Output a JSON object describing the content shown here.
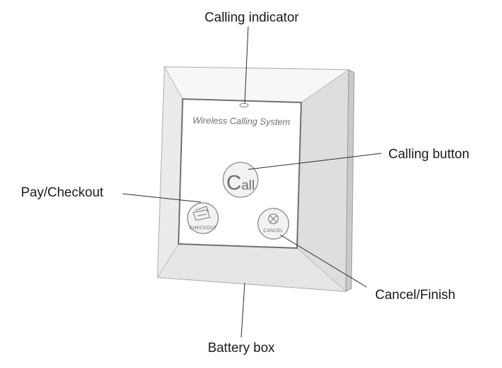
{
  "callouts": {
    "calling_indicator": "Calling indicator",
    "calling_button": "Calling button",
    "pay_checkout": "Pay/Checkout",
    "cancel_finish": "Cancel/Finish",
    "battery_box": "Battery box"
  },
  "device": {
    "brand_text": "Wireless Calling System",
    "call_button": {
      "big_letter": "C",
      "rest": "all"
    },
    "checkout_button_label": "CHECKOUT",
    "cancel_button_label": "CANCEL"
  },
  "icons": {
    "indicator": "led-indicator-icon",
    "checkout": "card-payment-icon",
    "cancel": "circle-x-icon"
  }
}
